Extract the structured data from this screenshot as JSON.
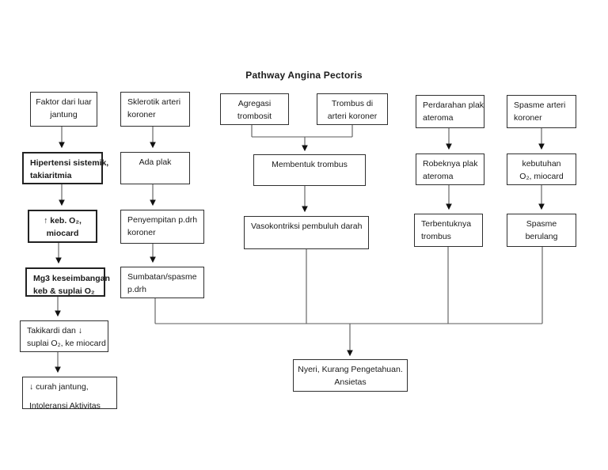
{
  "title": "Pathway Angina Pectoris",
  "colors": {
    "background": "#ffffff",
    "ink": "#1a1a1a",
    "line": "#5a5a5a"
  },
  "nodes": {
    "faktor_luar": {
      "lines": [
        "Faktor dari luar",
        "jantung"
      ]
    },
    "sklerotik": {
      "lines": [
        "Sklerotik arteri",
        "koroner"
      ]
    },
    "agregasi": {
      "lines": [
        "Agregasi",
        "trombosit"
      ]
    },
    "trombus_arteri": {
      "lines": [
        "Trombus di",
        "arteri koroner"
      ]
    },
    "perdarahan": {
      "lines": [
        "Perdarahan plak",
        "ateroma"
      ]
    },
    "spasme_arteri": {
      "lines": [
        "Spasme arteri",
        "koroner"
      ]
    },
    "hipertensi": {
      "lines": [
        "Hipertensi sistemik,",
        "takiaritmia"
      ]
    },
    "ada_plak": {
      "lines": [
        "Ada plak"
      ]
    },
    "membentuk": {
      "lines": [
        "Membentuk trombus"
      ]
    },
    "robeknya": {
      "lines": [
        "Robeknya plak",
        "ateroma"
      ]
    },
    "kebutuhan": {
      "lines": [
        "kebutuhan",
        "O₂, miocard"
      ]
    },
    "keb_o2": {
      "lines": [
        "↑  keb. O₂,",
        "miocard"
      ]
    },
    "penyempitan": {
      "lines": [
        "Penyempitan p.drh",
        "koroner"
      ]
    },
    "vasokontriksi": {
      "lines": [
        "Vasokontriksi pembuluh darah"
      ]
    },
    "terbentuknya": {
      "lines": [
        "Terbentuknya",
        "trombus"
      ]
    },
    "spasme_berulang": {
      "lines": [
        "Spasme",
        "berulang"
      ]
    },
    "keseimbangan": {
      "lines": [
        "Mg3 keseimbangan",
        "keb & suplai O₂"
      ]
    },
    "sumbatan": {
      "lines": [
        "Sumbatan/spasme",
        "p.drh"
      ]
    },
    "takikardi": {
      "lines": [
        "Takikardi dan ↓",
        "suplai O₂, ke miocard"
      ]
    },
    "curah_jantung": {
      "lines": [
        "↓   curah jantung,",
        "Intoleransi Aktivitas"
      ]
    },
    "nyeri": {
      "lines": [
        "Nyeri, Kurang Pengetahuan.",
        "Ansietas"
      ]
    }
  }
}
